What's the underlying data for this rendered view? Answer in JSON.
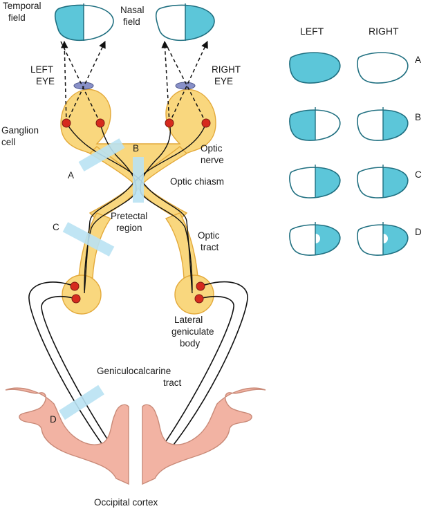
{
  "colors": {
    "field_fill": "#5cc6d9",
    "field_stroke": "#1f6f80",
    "pathway_fill": "#f9d77e",
    "pathway_stroke": "#e3a93a",
    "cortex_fill": "#f2b3a3",
    "cortex_stroke": "#c98a78",
    "lesion_marker": "#b9e2f3",
    "neuron_red": "#d62a1e",
    "lens_blue": "#8890c8"
  },
  "labels": {
    "temporal_field": [
      "Temporal",
      "field"
    ],
    "nasal_field": [
      "Nasal",
      "field"
    ],
    "left_eye": [
      "LEFT",
      "EYE"
    ],
    "right_eye": [
      "RIGHT",
      "EYE"
    ],
    "ganglion_cell": [
      "Ganglion",
      "cell"
    ],
    "optic_nerve": [
      "Optic",
      "nerve"
    ],
    "optic_chiasm": "Optic chiasm",
    "pretectal_region": [
      "Pretectal",
      "region"
    ],
    "optic_tract": [
      "Optic",
      "tract"
    ],
    "lateral_geniculate_body": [
      "Lateral",
      "geniculate",
      "body"
    ],
    "geniculocalcarine_tract": [
      "Geniculocalcarine",
      "tract"
    ],
    "occipital_cortex": "Occipital cortex"
  },
  "lesion_markers": [
    "A",
    "B",
    "C",
    "D"
  ],
  "field_table": {
    "columns": [
      "LEFT",
      "RIGHT"
    ],
    "rows": [
      {
        "label": "A",
        "left": "full",
        "right": "none"
      },
      {
        "label": "B",
        "left": "temporal",
        "right": "temporal"
      },
      {
        "label": "C",
        "left": "right-half",
        "right": "right-half"
      },
      {
        "label": "D",
        "left": "right-half-macular-sparing",
        "right": "right-half-macular-sparing"
      }
    ]
  }
}
